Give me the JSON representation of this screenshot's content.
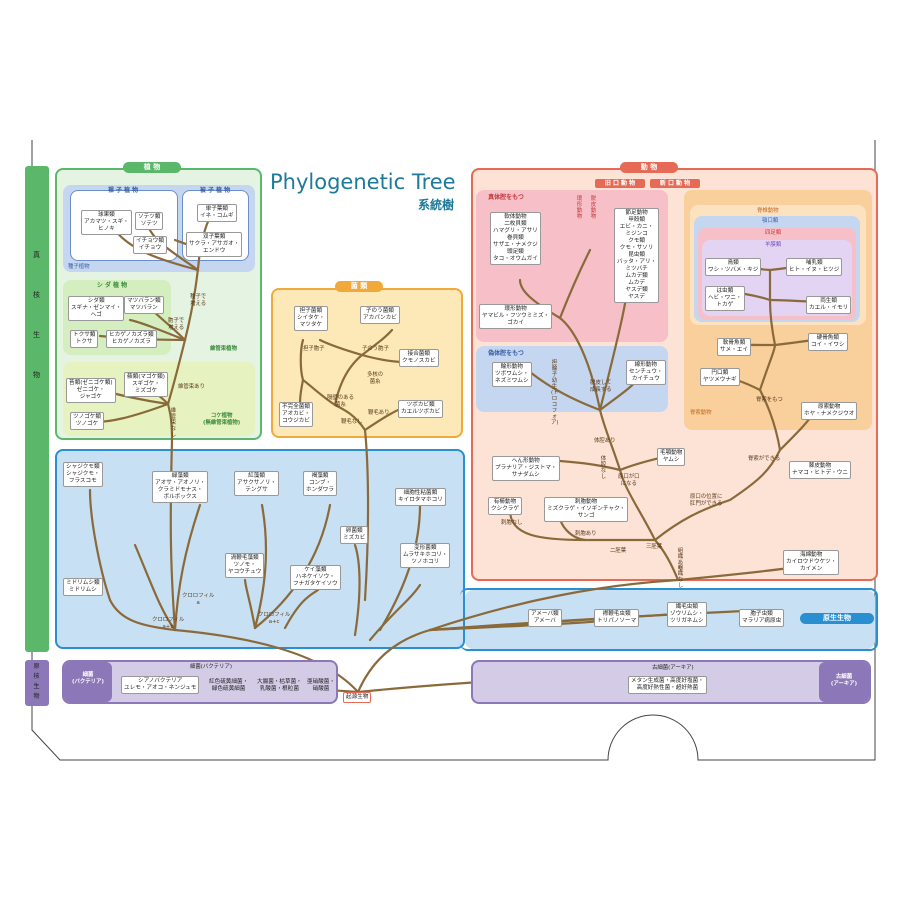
{
  "title": {
    "en": "Phylogenetic Tree",
    "ja": "系統樹"
  },
  "sidebar": {
    "eukaryote": "真核生物",
    "prokaryote": "原核生物"
  },
  "colors": {
    "plant": "#5bb86a",
    "fungi": "#f2a93b",
    "animal": "#e66a55",
    "protist": "#2a8fd0",
    "prokaryote": "#8c78b8",
    "branch": "#8a6a3a"
  },
  "plants": {
    "header": "植 物",
    "gymno": {
      "header": "裸 子 植 物",
      "conifer": "球果類\nアカマツ・スギ・\nヒノキ",
      "cycad": "ソテツ類\nソテツ",
      "ginkgo": "イチョウ類\nイチョウ"
    },
    "angio": {
      "header": "被 子 植 物",
      "mono": "単子葉類\nイネ・コムギ",
      "di": "双子葉類\nサクラ・アサガオ・\nエンドウ"
    },
    "seed_plants": "種子植物",
    "fern": {
      "header": "シ ダ 植 物",
      "shida": "シダ類\nスギナ・ゼンマイ・\nヘゴ",
      "matsuba": "マツバラン類\nマツバラン",
      "tokusa": "トクサ類\nトクサ",
      "hikage": "ヒカゲノカズラ類\nヒカゲノカズラ"
    },
    "seed_node": "種子で\n増える",
    "spore_node": "胞子で\n増える",
    "vascular": "維管束植物",
    "moss": {
      "tai": "苔類(ゼニゴケ類)\nゼニゴケ・\nジャゴケ",
      "sen": "蘚類(マゴケ類)\nスギゴケ・\nミズゴケ",
      "tsuno": "ツノゴケ類\nツノゴケ",
      "label": "コケ植物\n(無維管束植物)"
    },
    "vascular_yes": "維管束あり",
    "vascular_no": "維管束なし"
  },
  "fungi": {
    "header": "菌 類",
    "basidio": "担子菌類\nシイタケ・\nマツタケ",
    "zygo": "子のう菌類\nアカパンカビ",
    "basidio_spore": "担子胞子",
    "asco_spore": "子のう胞子",
    "zygomycota": "接合菌類\nクモノスカビ",
    "multi_nuc": "多核の\n菌糸",
    "chytrid": "ツボカビ類\nカエルツボカビ",
    "imperfect": "不完全菌類\nアオカビ・\nコウジカビ",
    "septum": "隔壁のある\n菌糸",
    "flagella_yes": "鞭毛あり",
    "flagella_no": "鞭毛なし"
  },
  "animals": {
    "header": "動 物",
    "proto": "旧 口 動 物",
    "deutero": "新 口 動 物",
    "true_coelom": "真体腔をもつ",
    "pseudo_coelom": "偽体腔をもつ",
    "annelid": "軟体動物\n二枚貝類\nハマグリ・アサリ\n巻貝類\nサザエ・ナメクジ\n頭足類\nタコ・オウムガイ",
    "ringed_label": "環形動物",
    "molt_label": "脱皮動物",
    "arthropod": "節足動物\n甲殻類\nエビ・カニ・\nミジンコ\nクモ類\nクモ・サソリ\n昆虫類\nバッタ・アリ・\nミツバチ\nムカデ類\nムカデ\nヤスデ類\nヤスデ",
    "annelida": "環形動物\nヤマビル・フツウミミズ・\nゴカイ",
    "rotifer": "輪形動物\nツボワムシ・\nネズミワムシ",
    "nematode": "線形動物\nセンチュウ・\nカイチュウ",
    "trochophore": "担輪子幼生(トロコフォア)",
    "molting": "脱皮して\n成長する",
    "vertebrate": "脊椎動物",
    "amniote": "羊膜類",
    "tetrapod": "四足類",
    "mammal": "哺乳類\nヒト・イヌ・ヒツジ",
    "bird": "鳥類\nワシ・ツバメ・キジ",
    "reptile": "は虫類\nヘビ・ワニ・\nトカゲ",
    "amphibian": "両生類\nカエル・イモリ",
    "jaw": "顎口類",
    "cartilage": "軟骨魚類\nサメ・エイ",
    "bony": "硬骨魚類\nコイ・イワシ",
    "cyclostome": "円口類\nヤツメウナギ",
    "notochord": "脊索をもつ",
    "chordate": "脊索動物",
    "hemichordate": "原索動物\nホヤ・ナメクジウオ",
    "spine": "脊索ができる",
    "echinoderm": "棘皮動物\nナマコ・ヒトデ・ウニ",
    "flatworm": "へん形動物\nプラナリア・ジストマ・\nサナダムシ",
    "coelom_yes": "体腔あり",
    "coelom_no": "体腔なし",
    "anus_mouth": "原口が口\nになる",
    "anus_anus": "原口の位置に\n肛門ができる",
    "hair": "毛顎動物\nヤムシ",
    "ctenophore": "有櫛動物\nクシクラゲ",
    "cnidaria": "刺胞動物\nミズクラゲ・イソギンチャク・\nサンゴ",
    "germ3": "三胚葉",
    "germ2": "二胚葉",
    "sponge": "海綿動物\nカイロウドウケツ・\nカイメン",
    "tissue_yes": "組織あり",
    "tissue_no": "組織なし",
    "cnid_yes": "刺胞あり",
    "cnid_no": "刺胞なし"
  },
  "protists": {
    "header": "原生生物",
    "shajiku": "シャジクモ類\nシャジクモ・\nフラスコモ",
    "green": "緑藻類\nアオサ・アオノリ・\nクラミドモナス・\nボルボックス",
    "red": "紅藻類\nアサクサノリ・\nテングサ",
    "brown": "褐藻類\nコンブ・\nホンダワラ",
    "slime_cell": "細胞性粘菌類\nキイロタマホコリ",
    "water_mold": "卵菌類\nミズカビ",
    "slime_plasm": "変形菌類\nムラサキホコリ・\nツノホコリ",
    "mid_green": "ミドリムシ類\nミドリムシ",
    "dinoflag": "渦鞭毛藻類\nツノモ・\nヤコウチュウ",
    "diatom": "ケイ藻類\nハネケイソウ・\nフナガタケイソウ",
    "chlorophyll_ab": "クロロフィル\na+b",
    "chlorophyll_a": "クロロフィル\na",
    "chlorophyll_ac": "クロロフィル\na+c",
    "amoeba": "アメーバ類\nアメーバ",
    "flagellate": "襟鞭毛虫類\nトリパノソーマ",
    "ciliate": "繊毛虫類\nゾウリムシ・\nツリガネムシ",
    "sporozoa": "胞子虫類\nマラリア病原虫"
  },
  "prokaryotes": {
    "bacteria_tag": "細菌\n(バクテリア)",
    "bacteria_header": "細菌(バクテリア)",
    "cyano": "シアノバクテリア\nユレモ・アオコ・ネンジュモ",
    "purple": "紅色硫黄細菌・\n緑色硫黄細菌",
    "e_coli": "大腸菌・枯草菌・\n乳酸菌・根粒菌",
    "nitro": "亜硝酸菌・\n硝酸菌",
    "archaea_header": "古細菌(アーキア)",
    "archaea": "メタン生成菌・高度好塩菌・\n高度好熱性菌・超好熱菌",
    "archaea_tag": "古細菌\n(アーキア)",
    "origin": "起源生物"
  }
}
